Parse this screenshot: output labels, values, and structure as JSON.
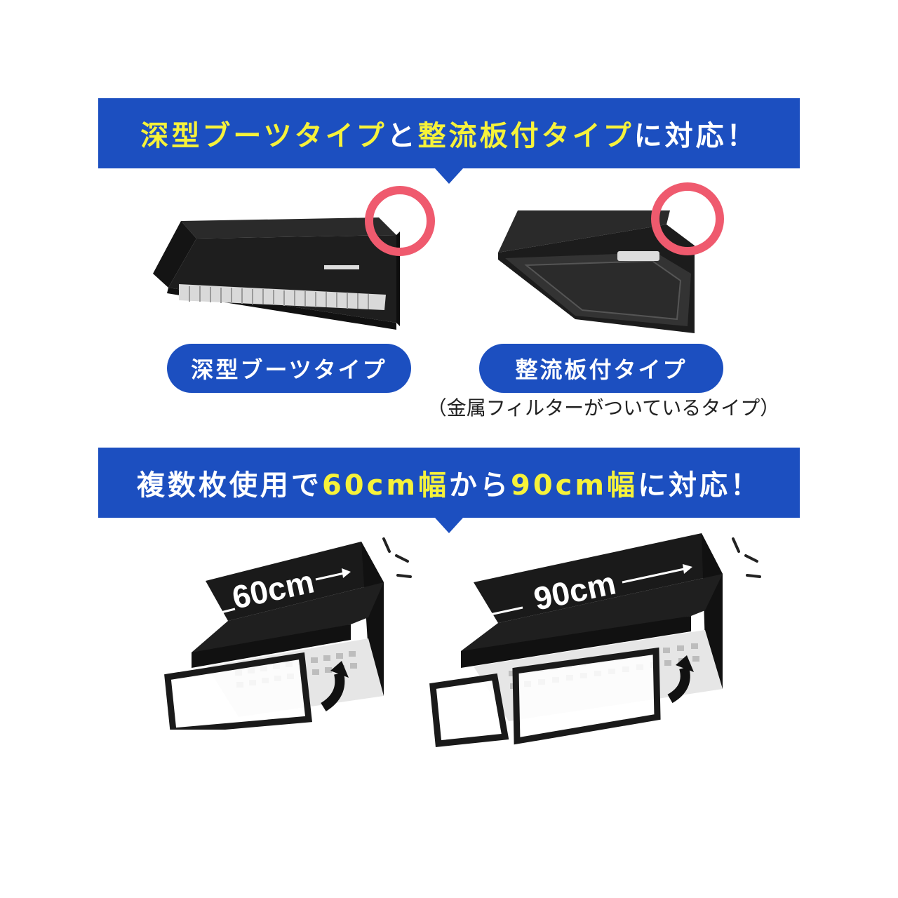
{
  "banner_top": {
    "parts": [
      {
        "text": "深型ブーツタイプ",
        "color": "yellow"
      },
      {
        "text": "と",
        "color": "white"
      },
      {
        "text": "整流板付タイプ",
        "color": "yellow"
      },
      {
        "text": "に対応！",
        "color": "white"
      }
    ]
  },
  "types": {
    "boots_label": "深型ブーツタイプ",
    "flow_label": "整流板付タイプ",
    "flow_note": "（金属フィルターがついているタイプ）"
  },
  "banner_bottom": {
    "parts": [
      {
        "text": "複数枚使用で",
        "color": "white"
      },
      {
        "text": "60cm幅",
        "color": "yellow"
      },
      {
        "text": "から",
        "color": "white"
      },
      {
        "text": "90cm幅",
        "color": "yellow"
      },
      {
        "text": "に対応！",
        "color": "white"
      }
    ]
  },
  "widths": {
    "left": "60cm",
    "right": "90cm"
  },
  "colors": {
    "banner_blue": "#1c4fc0",
    "highlight_yellow": "#f6f23a",
    "circle_pink": "#ef5a6e",
    "hood_black": "#1a1a1a"
  }
}
